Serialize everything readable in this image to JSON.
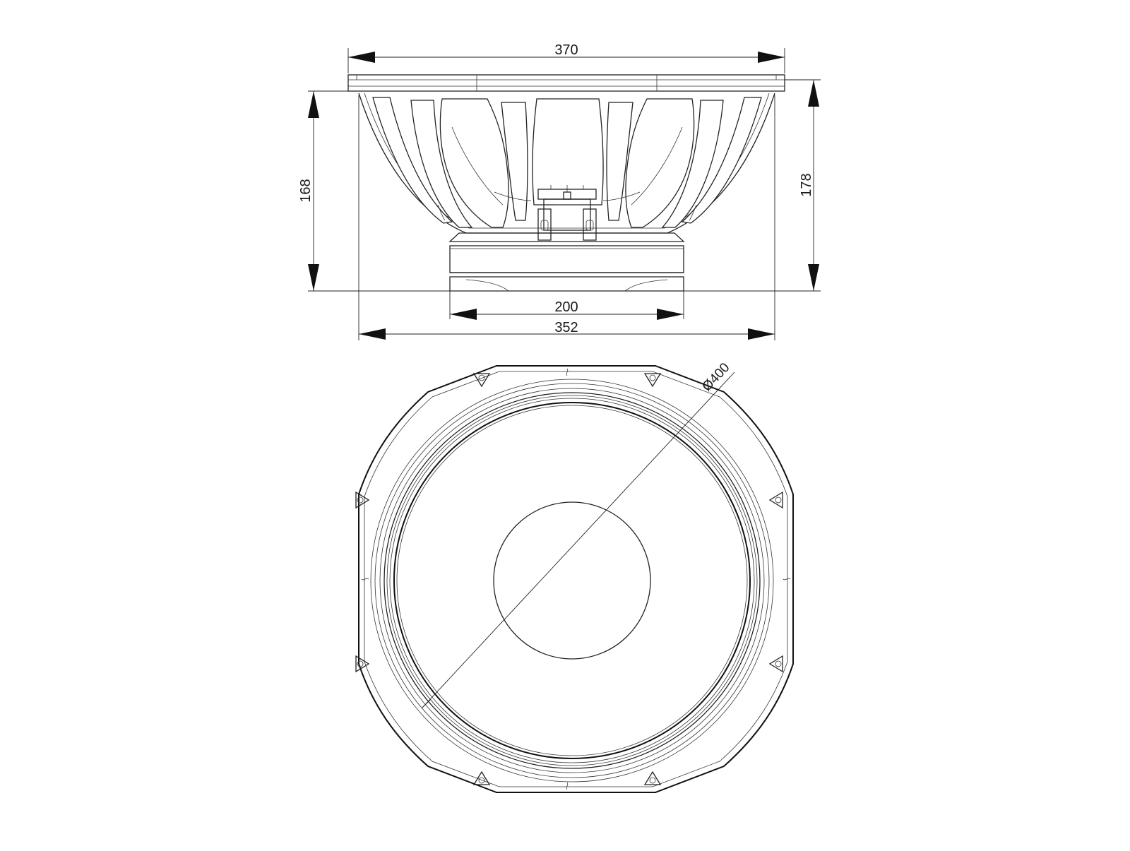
{
  "drawing": {
    "side_view": {
      "dim_overall_width": "370",
      "dim_frame_width": "352",
      "dim_magnet_width": "200",
      "dim_depth_left": "168",
      "dim_depth_right": "178"
    },
    "front_view": {
      "dim_diameter": "Ø400"
    },
    "colors": {
      "line": "#222222",
      "background": "#ffffff"
    }
  }
}
